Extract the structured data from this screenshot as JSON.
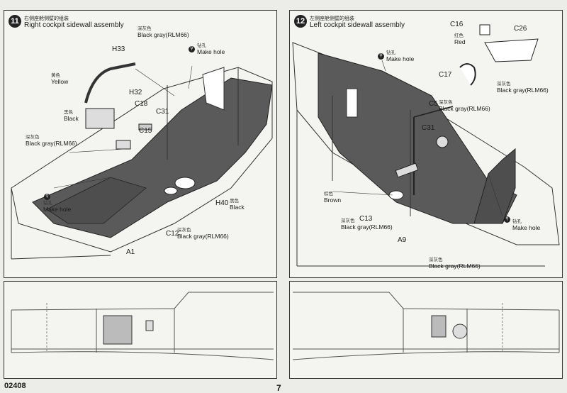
{
  "step11": {
    "number": "11",
    "title_cn": "右侧座舱侧壁的组装",
    "title": "Right cockpit sidewall assembly",
    "labels": [
      {
        "cn": "深灰色",
        "text": "Black gray(RLM66)"
      },
      {
        "cn": "钻孔",
        "text": "Make hole"
      },
      {
        "cn": "黄色",
        "text": "Yellow"
      },
      {
        "cn": "黑色",
        "text": "Black"
      },
      {
        "cn": "深灰色",
        "text": "Black gray(RLM66)"
      },
      {
        "cn": "钻孔",
        "text": "Make hole"
      },
      {
        "cn": "黑色",
        "text": "Black"
      },
      {
        "cn": "深灰色",
        "text": "Black gray(RLM66)"
      }
    ],
    "parts": [
      "H33",
      "H32",
      "C18",
      "C31",
      "C15",
      "H40",
      "C12",
      "A1"
    ]
  },
  "step12": {
    "number": "12",
    "title_cn": "左侧座舱侧壁的组装",
    "title": "Left cockpit sidewall assembly",
    "labels": [
      {
        "cn": "钻孔",
        "text": "Make hole"
      },
      {
        "cn": "红色",
        "text": "Red"
      },
      {
        "cn": "深灰色",
        "text": "Black gray(RLM66)"
      },
      {
        "cn": "深灰色",
        "text": "Black gray(RLM66)"
      },
      {
        "cn": "棕色",
        "text": "Brown"
      },
      {
        "cn": "深灰色",
        "text": "Black gray(RLM66)"
      },
      {
        "cn": "钻孔",
        "text": "Make hole"
      },
      {
        "cn": "深灰色",
        "text": "Black gray(RLM66)"
      }
    ],
    "parts": [
      "C16",
      "C26",
      "C17",
      "C5",
      "C31",
      "C13",
      "A9"
    ]
  },
  "footer": {
    "code": "02408",
    "page": "7"
  }
}
